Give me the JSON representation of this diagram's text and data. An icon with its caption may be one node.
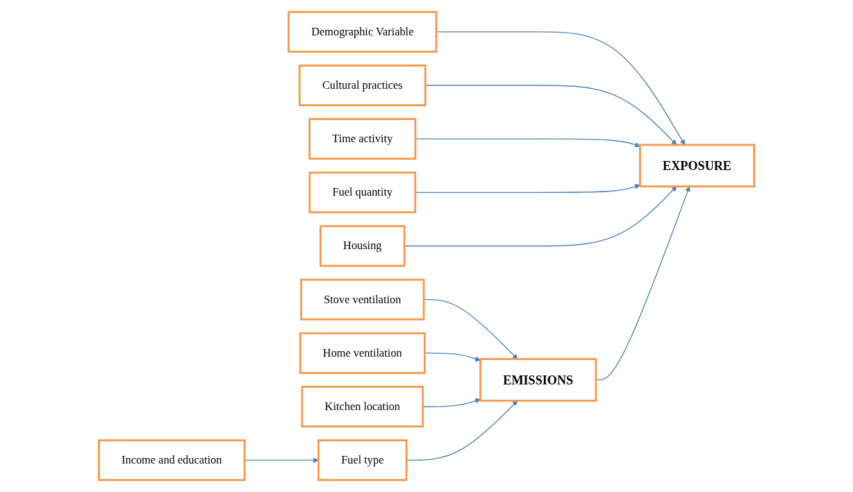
{
  "diagram": {
    "nodes": [
      {
        "text": [
          "Demographic Variable"
        ]
      },
      {
        "text": [
          "Cultural practices"
        ]
      },
      {
        "text": [
          "EXPOSURE"
        ]
      },
      {
        "text": [
          "Time activity"
        ]
      },
      {
        "text": [
          "Fuel quantity"
        ]
      },
      {
        "text": [
          "Housing"
        ]
      },
      {
        "text": [
          "Stove ventilation"
        ]
      },
      {
        "text": [
          "EMISSIONS"
        ]
      },
      {
        "text": [
          "Home ventilation"
        ]
      },
      {
        "text": [
          "Kitchen location"
        ]
      },
      {
        "text": [
          "Fuel type"
        ]
      },
      {
        "text": [
          "Income and education"
        ]
      }
    ],
    "edges": [
      {
        "from": 0,
        "to": 2,
        "arrow": "to"
      },
      {
        "from": 1,
        "to": 2,
        "arrow": "to"
      },
      {
        "from": 3,
        "to": 2,
        "arrow": "to"
      },
      {
        "from": 4,
        "to": 2,
        "arrow": "to"
      },
      {
        "from": 5,
        "to": 2,
        "arrow": "to"
      },
      {
        "from": 7,
        "to": 2,
        "arrow": "to"
      },
      {
        "from": 6,
        "to": 7,
        "arrow": "to"
      },
      {
        "from": 8,
        "to": 7,
        "arrow": "to"
      },
      {
        "from": 9,
        "to": 7,
        "arrow": "to"
      },
      {
        "from": 10,
        "to": 7,
        "arrow": "to"
      },
      {
        "from": 11,
        "to": 10,
        "arrow": "to"
      }
    ]
  }
}
